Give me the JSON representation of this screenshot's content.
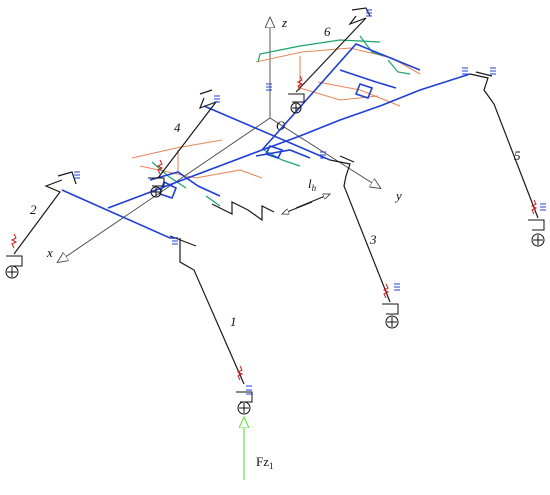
{
  "diagram": {
    "axes": {
      "z": "z",
      "x": "x",
      "y": "y",
      "origin": "O"
    },
    "dimension_label": {
      "base": "l",
      "sub": "h"
    },
    "legs": [
      "1",
      "2",
      "3",
      "4",
      "5",
      "6"
    ],
    "force": {
      "base": "Fz",
      "sub": "1"
    },
    "colors": {
      "body": "#1f3fd6",
      "leg": "#1a1a1a",
      "aux_green": "#1aa36a",
      "aux_orange": "#e8875a",
      "spring": "#d21b1b",
      "force_arrow": "#5fdc3c"
    }
  }
}
